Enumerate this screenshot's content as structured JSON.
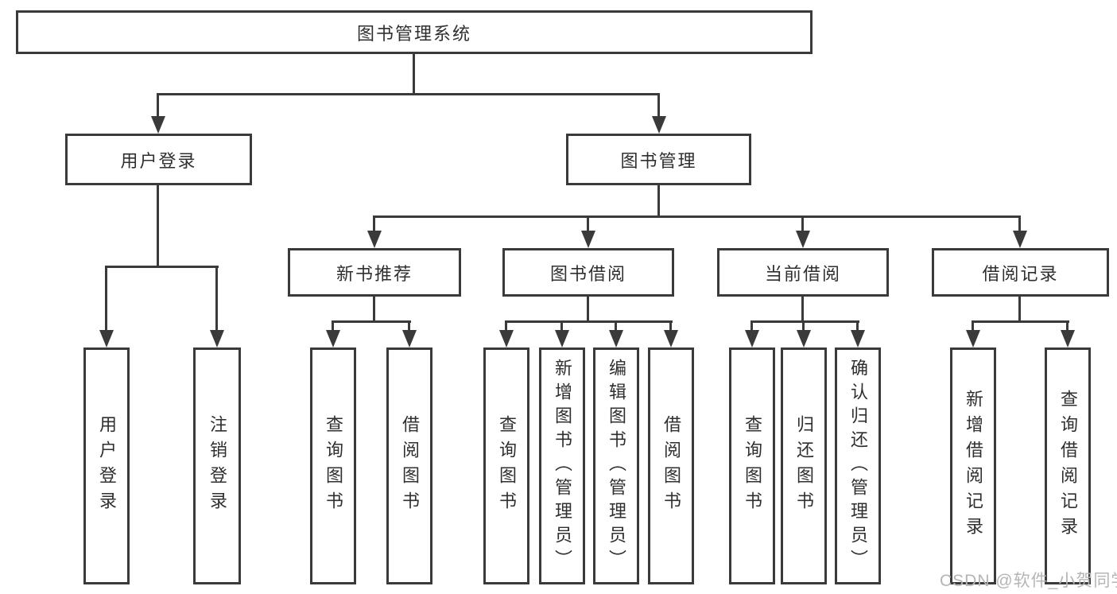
{
  "diagram": {
    "title": "图书管理系统",
    "colors": {
      "line": "#3a3a3a",
      "box_background": "#ffffff",
      "text": "#2f2f2f",
      "watermark": "#b5b5b5"
    },
    "nodes": {
      "root": {
        "label": "图书管理系统"
      },
      "user_login": {
        "label": "用户登录"
      },
      "book_mgmt": {
        "label": "图书管理"
      },
      "new_book_rec": {
        "label": "新书推荐"
      },
      "book_borrow": {
        "label": "图书借阅"
      },
      "current_borrow": {
        "label": "当前借阅"
      },
      "borrow_record": {
        "label": "借阅记录"
      },
      "leaf_user_login": {
        "label": "用户登录"
      },
      "leaf_logout": {
        "label": "注销登录"
      },
      "leaf_nbr_query": {
        "label": "查询图书"
      },
      "leaf_nbr_borrow": {
        "label": "借阅图书"
      },
      "leaf_bb_query": {
        "label": "查询图书"
      },
      "leaf_bb_add": {
        "label": "新增图书（管理员）"
      },
      "leaf_bb_edit": {
        "label": "编辑图书（管理员）"
      },
      "leaf_bb_borrow": {
        "label": "借阅图书"
      },
      "leaf_cb_query": {
        "label": "查询图书"
      },
      "leaf_cb_return": {
        "label": "归还图书"
      },
      "leaf_cb_confirm": {
        "label": "确认归还（管理员）"
      },
      "leaf_br_add": {
        "label": "新增借阅记录"
      },
      "leaf_br_query": {
        "label": "查询借阅记录"
      }
    },
    "watermark": "CSDN @软件_小贺同学"
  }
}
